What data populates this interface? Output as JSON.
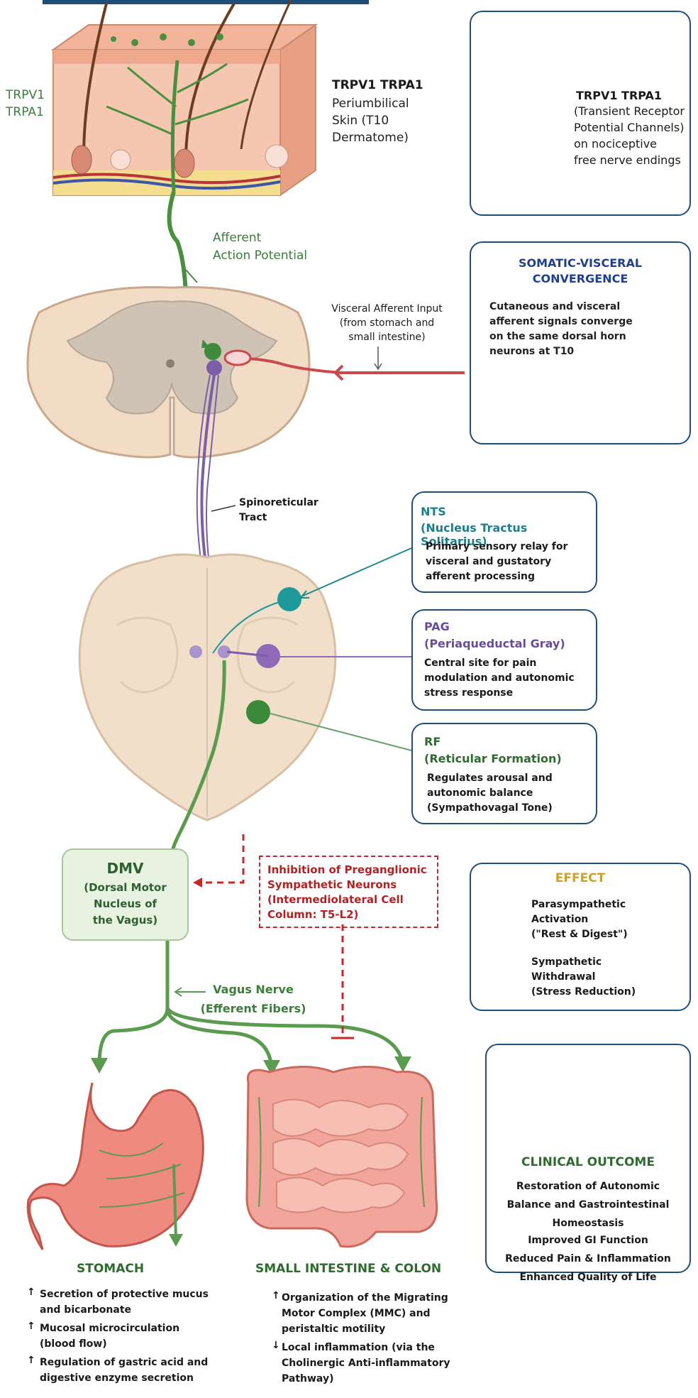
{
  "skin": {
    "receptor_label": "TRPV1\nTRPA1",
    "title_bold": "TRPV1 TRPA1",
    "title_rest": "Periumbilical\nSkin (T10\nDermatome)"
  },
  "channel_box": {
    "title_bold": "TRPV1 TRPA1",
    "desc": "(Transient Receptor\nPotential Channels)\non nociceptive\nfree nerve endings"
  },
  "afferent": {
    "label": "Afferent\nAction Potential"
  },
  "visceral_input": {
    "label": "Visceral Afferent Input\n(from stomach and\nsmall intestine)"
  },
  "convergence_box": {
    "title": "SOMATIC-VISCERAL\nCONVERGENCE",
    "desc": "Cutaneous and visceral\nafferent signals converge\non the same dorsal horn\nneurons at T10"
  },
  "spinoreticular": {
    "label": "Spinoreticular\nTract"
  },
  "nts_box": {
    "abbr": "NTS",
    "full": "(Nucleus Tractus Solitarius)",
    "desc": "Primary sensory relay for\nvisceral and gustatory\nafferent processing"
  },
  "pag_box": {
    "abbr": "PAG",
    "full": "(Periaqueductal Gray)",
    "desc": "Central site for pain\nmodulation and autonomic\nstress response"
  },
  "rf_box": {
    "abbr": "RF",
    "full": "(Reticular Formation)",
    "desc": "Regulates arousal and\nautonomic balance\n(Sympathovagal Tone)"
  },
  "dmv_box": {
    "abbr": "DMV",
    "full": "(Dorsal Motor\nNucleus of\nthe Vagus)"
  },
  "inhibition_box": {
    "text": "Inhibition of Preganglionic\nSympathetic Neurons\n(Intermediolateral Cell\nColumn: T5-L2)"
  },
  "vagus": {
    "label": "Vagus Nerve\n(Efferent Fibers)"
  },
  "effect_box": {
    "title": "EFFECT",
    "up": "Parasympathetic\nActivation\n(\"Rest & Digest\")",
    "down": "Sympathetic\nWithdrawal\n(Stress Reduction)"
  },
  "outcome_box": {
    "title": "CLINICAL OUTCOME",
    "line1": "Restoration of Autonomic\nBalance and Gastrointestinal\nHomeostasis",
    "line2": "Improved GI Function\nReduced Pain & Inflammation\nEnhanced Quality of Life"
  },
  "stomach": {
    "title": "STOMACH",
    "items": [
      {
        "arrow": "↑",
        "text": "Secretion of protective mucus\nand bicarbonate"
      },
      {
        "arrow": "↑",
        "text": "Mucosal microcirculation\n(blood flow)"
      },
      {
        "arrow": "↑",
        "text": " Regulation of gastric acid and\ndigestive enzyme secretion"
      }
    ]
  },
  "intestine": {
    "title": "SMALL INTESTINE & COLON",
    "items": [
      {
        "arrow": "↑",
        "text": " Organization of the Migrating\nMotor Complex (MMC) and\nperistaltic motility"
      },
      {
        "arrow": "↓",
        "text": " Local inflammation (via the\nCholinergic Anti-inflammatory\nPathway)"
      }
    ]
  },
  "colors": {
    "green": "#3b7d3b",
    "purple": "#7b5ea7",
    "teal": "#1e8a8a",
    "red": "#c62828",
    "navy": "#1f4e79"
  }
}
